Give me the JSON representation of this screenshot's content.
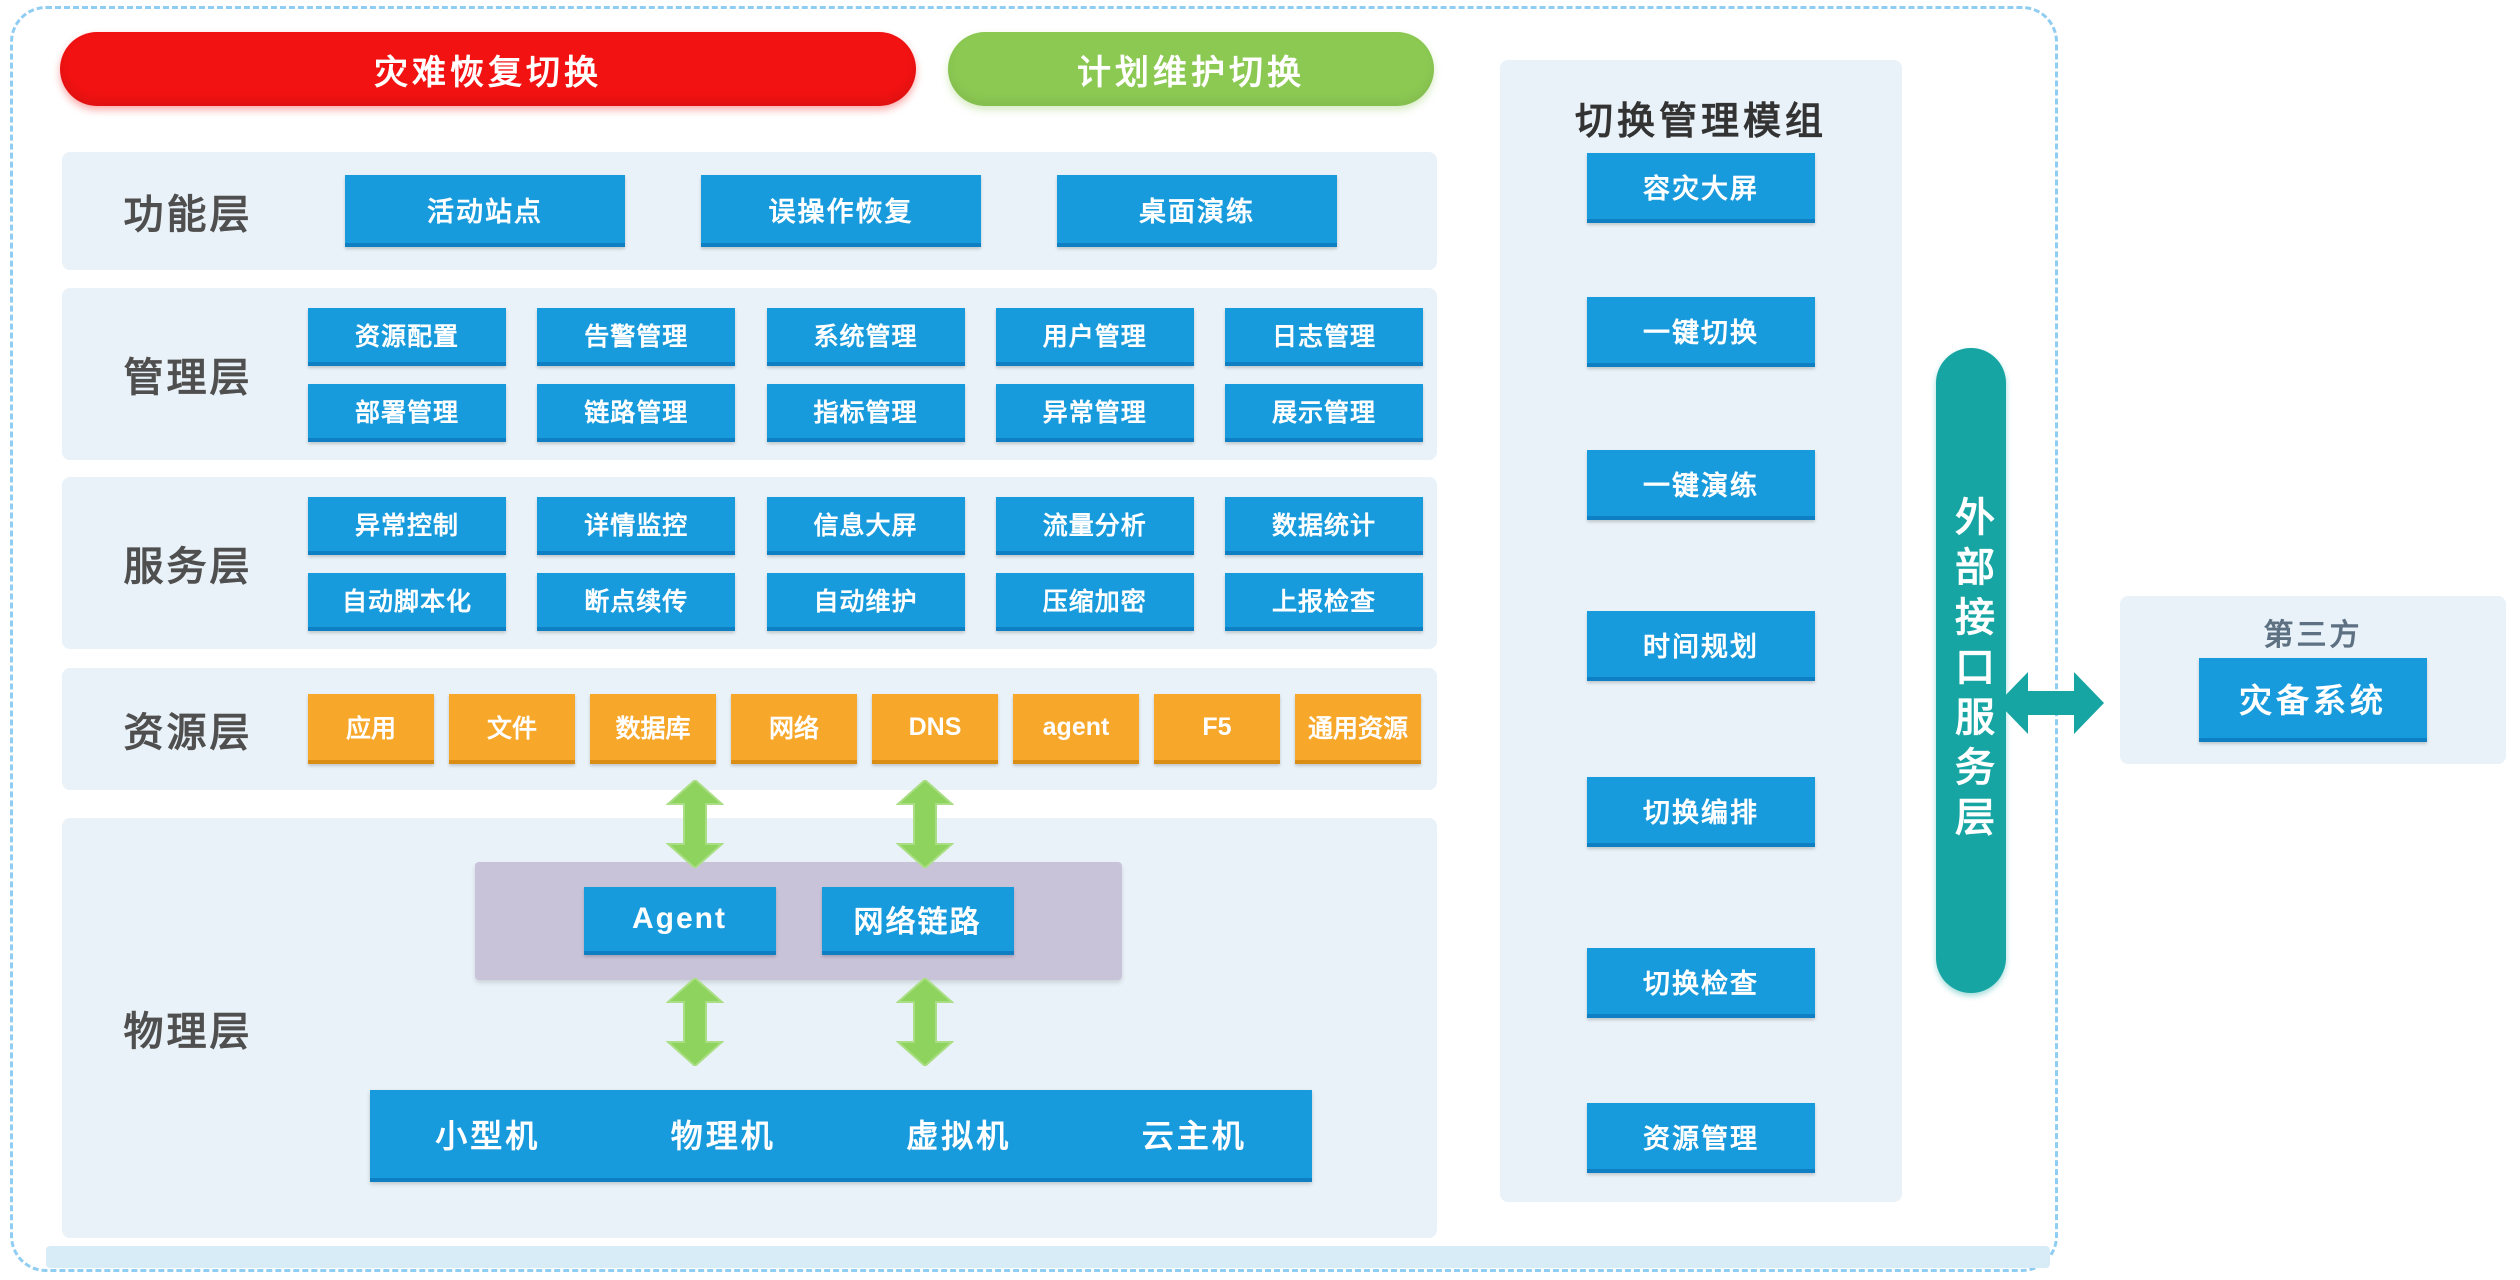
{
  "header": {
    "disaster_pill": "灾难恢复切换",
    "planned_pill": "计划维护切换"
  },
  "layers": {
    "function": {
      "label": "功能层",
      "buttons": [
        "活动站点",
        "误操作恢复",
        "桌面演练"
      ]
    },
    "management": {
      "label": "管理层",
      "row1": [
        "资源配置",
        "告警管理",
        "系统管理",
        "用户管理",
        "日志管理"
      ],
      "row2": [
        "部署管理",
        "链路管理",
        "指标管理",
        "异常管理",
        "展示管理"
      ]
    },
    "service": {
      "label": "服务层",
      "row1": [
        "异常控制",
        "详情监控",
        "信息大屏",
        "流量分析",
        "数据统计"
      ],
      "row2": [
        "自动脚本化",
        "断点续传",
        "自动维护",
        "压缩加密",
        "上报检查"
      ]
    },
    "resource": {
      "label": "资源层",
      "buttons": [
        "应用",
        "文件",
        "数据库",
        "网络",
        "DNS",
        "agent",
        "F5",
        "通用资源"
      ]
    },
    "physical": {
      "label": "物理层",
      "middleware": [
        "Agent",
        "网络链路"
      ],
      "machines": [
        "小型机",
        "物理机",
        "虚拟机",
        "云主机"
      ]
    }
  },
  "switch_module": {
    "title": "切换管理模组",
    "buttons": [
      "容灾大屏",
      "一键切换",
      "一键演练",
      "时间规划",
      "切换编排",
      "切换检查",
      "资源管理"
    ]
  },
  "external_interface": {
    "label": "外部接口服务层"
  },
  "third_party": {
    "title": "第三方",
    "system": "灾备系统"
  },
  "colors": {
    "blue": "#189bdd",
    "orange": "#f7a72a",
    "red": "#f21212",
    "green": "#8cc953",
    "teal": "#16a5a3",
    "purple": "#c9c3da",
    "arrow_green": "#8ed35e",
    "panel": "#e9f2f8"
  }
}
